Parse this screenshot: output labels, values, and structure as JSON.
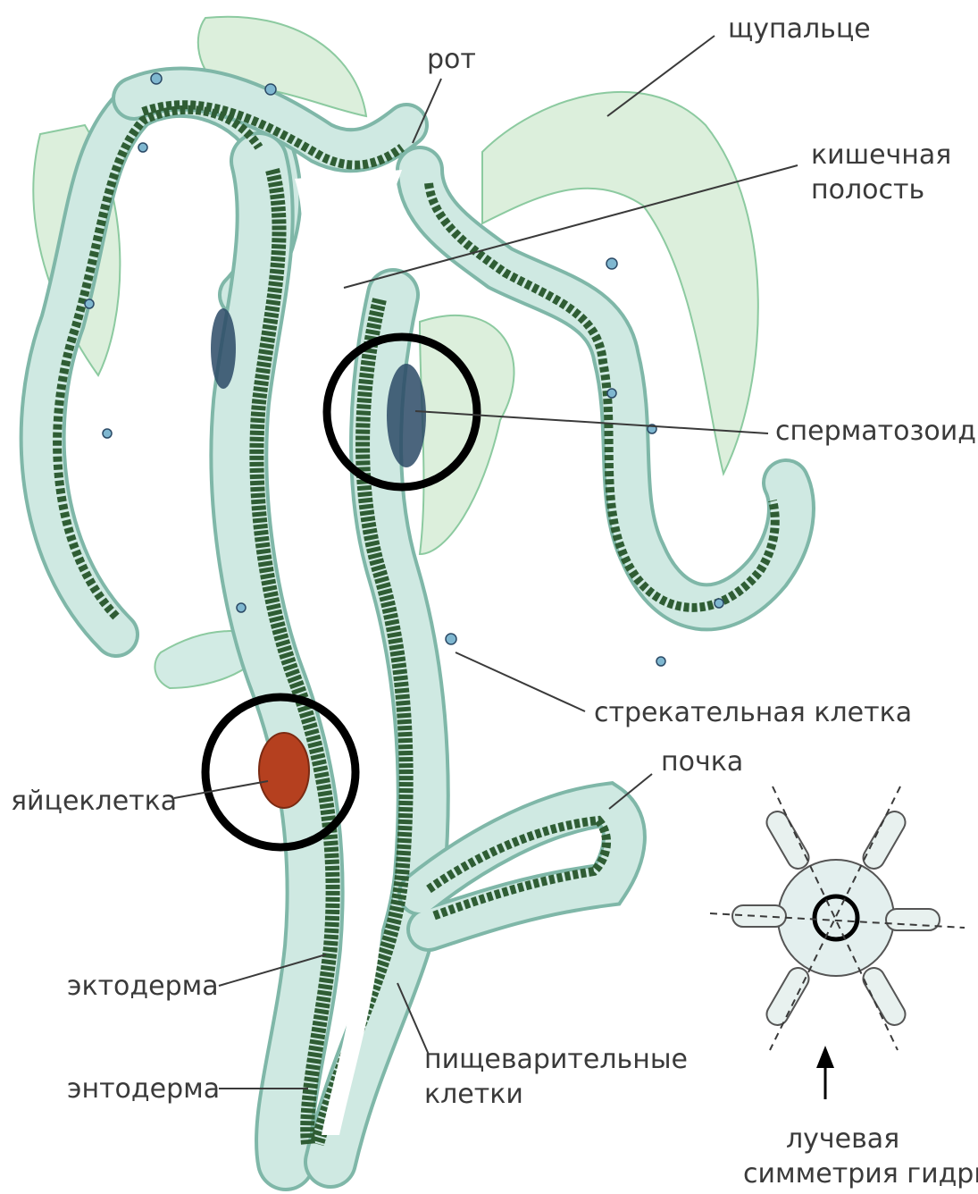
{
  "labels": {
    "mouth": "рот",
    "tentacle": "щупальце",
    "gut_cavity_line1": "кишечная",
    "gut_cavity_line2": "полость",
    "sperm": "сперматозоиды",
    "stinging_cell": "стрекательная клетка",
    "bud": "почка",
    "egg_cell": "яйцеклетка",
    "ectoderm": "эктодерма",
    "endoderm": "энтодерма",
    "digestive_line1": "пищеварительные",
    "digestive_line2": "клетки",
    "symmetry_line1": "лучевая",
    "symmetry_line2": "симметрия гидры"
  },
  "colors": {
    "ectoderm_fill": "#cfe9e2",
    "ectoderm_edge": "#7fb7a8",
    "tentacle_fill": "#dcefdc",
    "endoderm": "#2f5d34",
    "endoderm_light": "#4f8a55",
    "cavity": "#ffffff",
    "egg": "#b5401f",
    "sperm": "#2b4a66",
    "highlight_circle": "#000000",
    "text": "#3a3a3a"
  }
}
